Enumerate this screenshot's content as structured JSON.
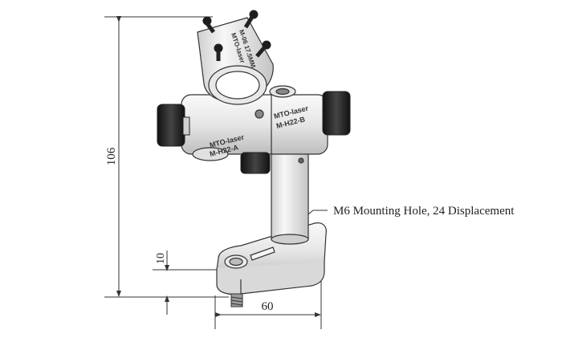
{
  "dimensions": {
    "height_total": "106",
    "base_height": "10",
    "base_width": "60"
  },
  "callout": {
    "mounting_hole": "M6 Mounting Hole, 24 Displacement"
  },
  "engravings": {
    "clamp_brand": "MTO-laser",
    "clamp_model": "M-06 17.5MM",
    "holder_b_brand": "MTO-laser",
    "holder_b_model": "M-H22-B",
    "holder_a_brand": "MTO-laser",
    "holder_a_model": "M-H22-A"
  },
  "colors": {
    "line": "#333333",
    "metal_light": "#f2f2f2",
    "metal_mid": "#d6d6d6",
    "knob": "#1c1c1c"
  }
}
